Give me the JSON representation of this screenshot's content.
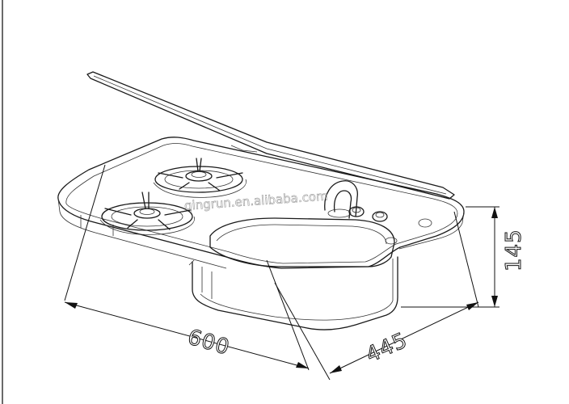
{
  "dimensions": {
    "width_label": "600",
    "depth_label": "445",
    "height_label": "145"
  },
  "watermark": "qingrun.en.alibaba.com",
  "colors": {
    "line": "#1a1a1a",
    "background": "#ffffff",
    "watermark": "#9a9a9a"
  }
}
